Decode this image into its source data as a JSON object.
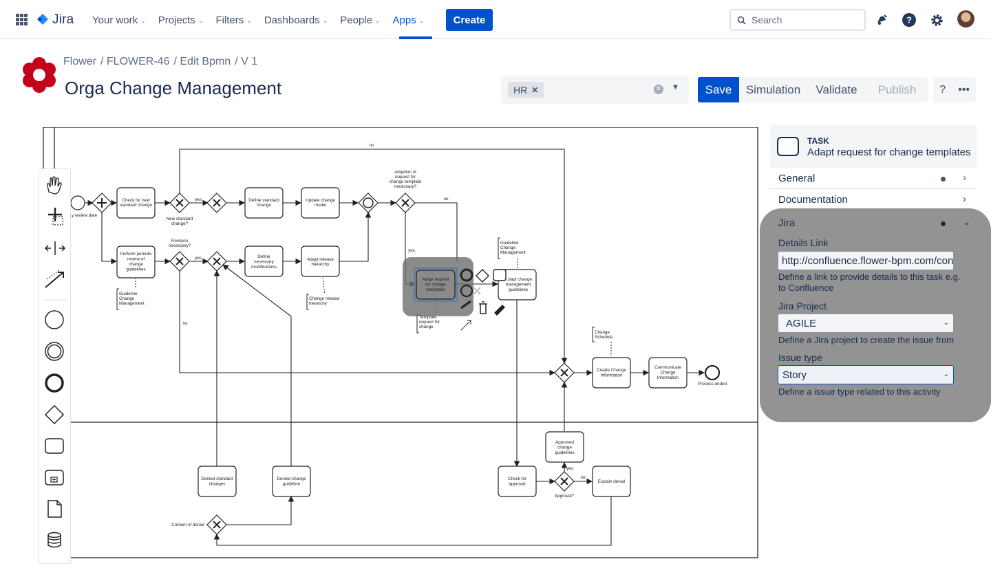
{
  "topnav": {
    "logo_text": "Jira",
    "items": [
      {
        "label": "Your work"
      },
      {
        "label": "Projects"
      },
      {
        "label": "Filters"
      },
      {
        "label": "Dashboards"
      },
      {
        "label": "People"
      },
      {
        "label": "Apps"
      }
    ],
    "create_label": "Create",
    "search_placeholder": "Search"
  },
  "header": {
    "breadcrumbs": [
      "Flower",
      "/ FLOWER-46",
      "/ Edit Bpmn",
      "/ V 1"
    ],
    "title": "Orga Change Management",
    "tag": "HR",
    "buttons": {
      "save": "Save",
      "simulation": "Simulation",
      "validate": "Validate",
      "publish": "Publish",
      "help": "?",
      "more": "•••"
    }
  },
  "panel": {
    "type_label": "TASK",
    "element_name": "Adapt request for change templates",
    "sections": [
      {
        "label": "General"
      },
      {
        "label": "Documentation"
      }
    ],
    "jira": {
      "label": "Jira",
      "details_link_label": "Details Link",
      "details_link_value": "http://confluence.flower-bpm.com/conte",
      "details_link_help": "Define a link to provide details to this task e.g. to Confluence",
      "project_label": "Jira Project",
      "project_value": "AGILE",
      "project_help": "Define a Jira project to create the issue from",
      "issue_type_label": "Issue type",
      "issue_type_value": "Story",
      "issue_type_help": "Define a issue type related to this activity"
    }
  },
  "diagram": {
    "tasks": [
      {
        "id": "t1",
        "text": [
          "Check for new",
          "standard change"
        ]
      },
      {
        "id": "t2",
        "text": [
          "Define standard",
          "change"
        ]
      },
      {
        "id": "t3",
        "text": [
          "Update change",
          "model"
        ]
      },
      {
        "id": "t4",
        "text": [
          "Perform periodic",
          "review of",
          "change",
          "guidelines"
        ]
      },
      {
        "id": "t5",
        "text": [
          "Define",
          "necessary",
          "modifications"
        ]
      },
      {
        "id": "t6",
        "text": [
          "Adapt release",
          "hierarchy"
        ]
      },
      {
        "id": "t7",
        "text": [
          "Adapt request",
          "for change",
          "templates"
        ]
      },
      {
        "id": "t8",
        "text": [
          "...dapt change",
          "management",
          "guidelines"
        ]
      },
      {
        "id": "t9",
        "text": [
          "Create Change",
          "Information"
        ]
      },
      {
        "id": "t10",
        "text": [
          "Communicate",
          "Change",
          "Information"
        ]
      },
      {
        "id": "t11",
        "text": [
          "Approved",
          "change",
          "guidelines"
        ]
      },
      {
        "id": "t12",
        "text": [
          "Denied standard",
          "changes"
        ]
      },
      {
        "id": "t13",
        "text": [
          "Denied change",
          "guideline"
        ]
      },
      {
        "id": "t14",
        "text": [
          "Check for",
          "approval"
        ]
      },
      {
        "id": "t15",
        "text": [
          "Explain denial"
        ]
      }
    ],
    "labels": {
      "no_top": "no",
      "yes1": "yes",
      "yes2": "yes",
      "new_standard": [
        "New standard",
        "change?"
      ],
      "revision": [
        "Revision",
        "necessary?"
      ],
      "adaption": [
        "Adaption of",
        "request for",
        "change template",
        "necessary?"
      ],
      "no_adapt": "no",
      "yes_adapt": "yes",
      "no_left": "no",
      "review_date": "...y review date",
      "guideline_note": [
        "Guideline",
        "Change",
        "Management"
      ],
      "guideline_note2": [
        "Guideline",
        "Change",
        "Management"
      ],
      "change_release": [
        "Change release",
        "hierarchy"
      ],
      "template_note": [
        "Template",
        "request for",
        "change"
      ],
      "change_schedule": [
        "Change",
        "Schedule"
      ],
      "process_ended": "Process ended",
      "approval": "Approval?",
      "yes_approval": "yes",
      "no_approval": "no",
      "content_denial": "Content of denial"
    }
  }
}
